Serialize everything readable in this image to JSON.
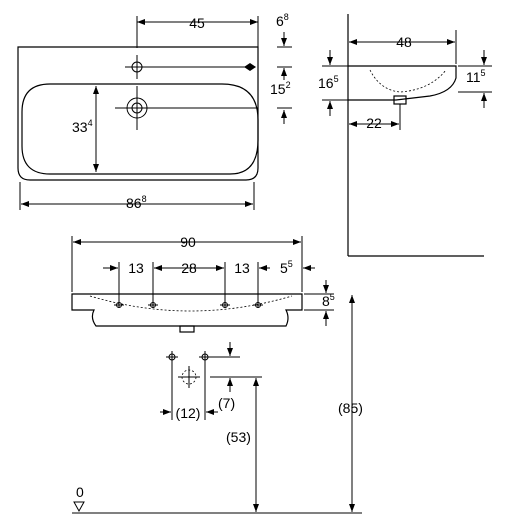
{
  "top_view": {
    "width": "45",
    "side_offset_main": "6",
    "side_offset_sup": "8",
    "tap_offset_main": "15",
    "tap_offset_sup": "2",
    "depth_main": "33",
    "depth_sup": "4",
    "total_width_main": "86",
    "total_width_sup": "8"
  },
  "side_view": {
    "depth": "48",
    "height_left_main": "16",
    "height_left_sup": "5",
    "height_right_main": "11",
    "height_right_sup": "5",
    "drain_offset": "22"
  },
  "front_view": {
    "overall_width": "90",
    "hole_spacing": [
      "13",
      "28",
      "13"
    ],
    "right_edge_main": "5",
    "right_edge_sup": "5",
    "rim_height_main": "8",
    "rim_height_sup": "5",
    "bracket_spacing": "(12)",
    "bracket_offset": "(7)",
    "bracket_height": "(53)",
    "overall_height": "(85)",
    "floor_label": "0"
  }
}
